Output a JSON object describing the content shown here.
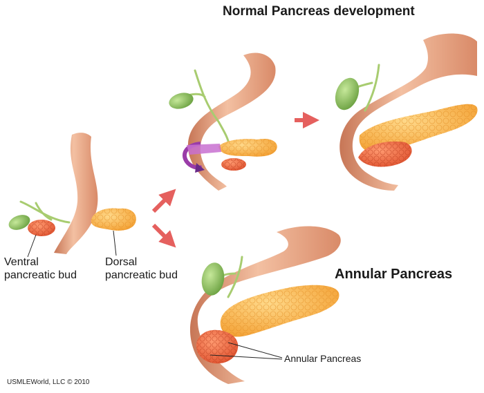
{
  "titles": {
    "normal": "Normal Pancreas development",
    "annular": "Annular Pancreas"
  },
  "labels": {
    "ventral_line1": "Ventral",
    "ventral_line2": "pancreatic bud",
    "dorsal_line1": "Dorsal",
    "dorsal_line2": "pancreatic bud",
    "annular_callout": "Annular Pancreas"
  },
  "copyright": "USMLEWorld, LLC © 2010",
  "colors": {
    "duodenum": "#e09a78",
    "duodenum_light": "#f3c4a8",
    "gallbladder": "#8cc060",
    "bile_duct": "#a8cc70",
    "dorsal_bud": "#f8b040",
    "ventral_bud": "#ec6a40",
    "arrow": "#e5605e",
    "rotation_arrow": "#b060c0"
  }
}
